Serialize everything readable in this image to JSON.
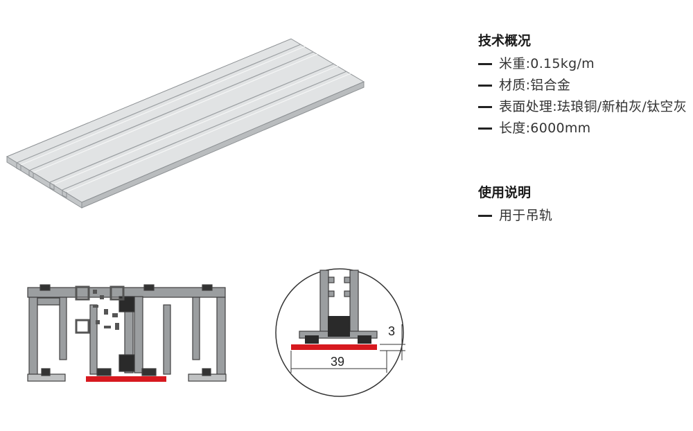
{
  "specs": {
    "title": "技术概况",
    "items": [
      "米重:0.15kg/m",
      "材质:铝合金",
      "表面处理:珐琅铜/新柏灰/钛空灰",
      "长度:6000mm"
    ]
  },
  "usage": {
    "title": "使用说明",
    "items": [
      "用于吊轨"
    ]
  },
  "detail": {
    "dim_width": "39",
    "dim_height": "3"
  },
  "colors": {
    "profile_fill": "#d8dadb",
    "profile_stroke": "#8a8d90",
    "section_fill": "#9a9d9f",
    "section_stroke": "#444444",
    "red_track": "#d7191f",
    "text": "#222222"
  }
}
